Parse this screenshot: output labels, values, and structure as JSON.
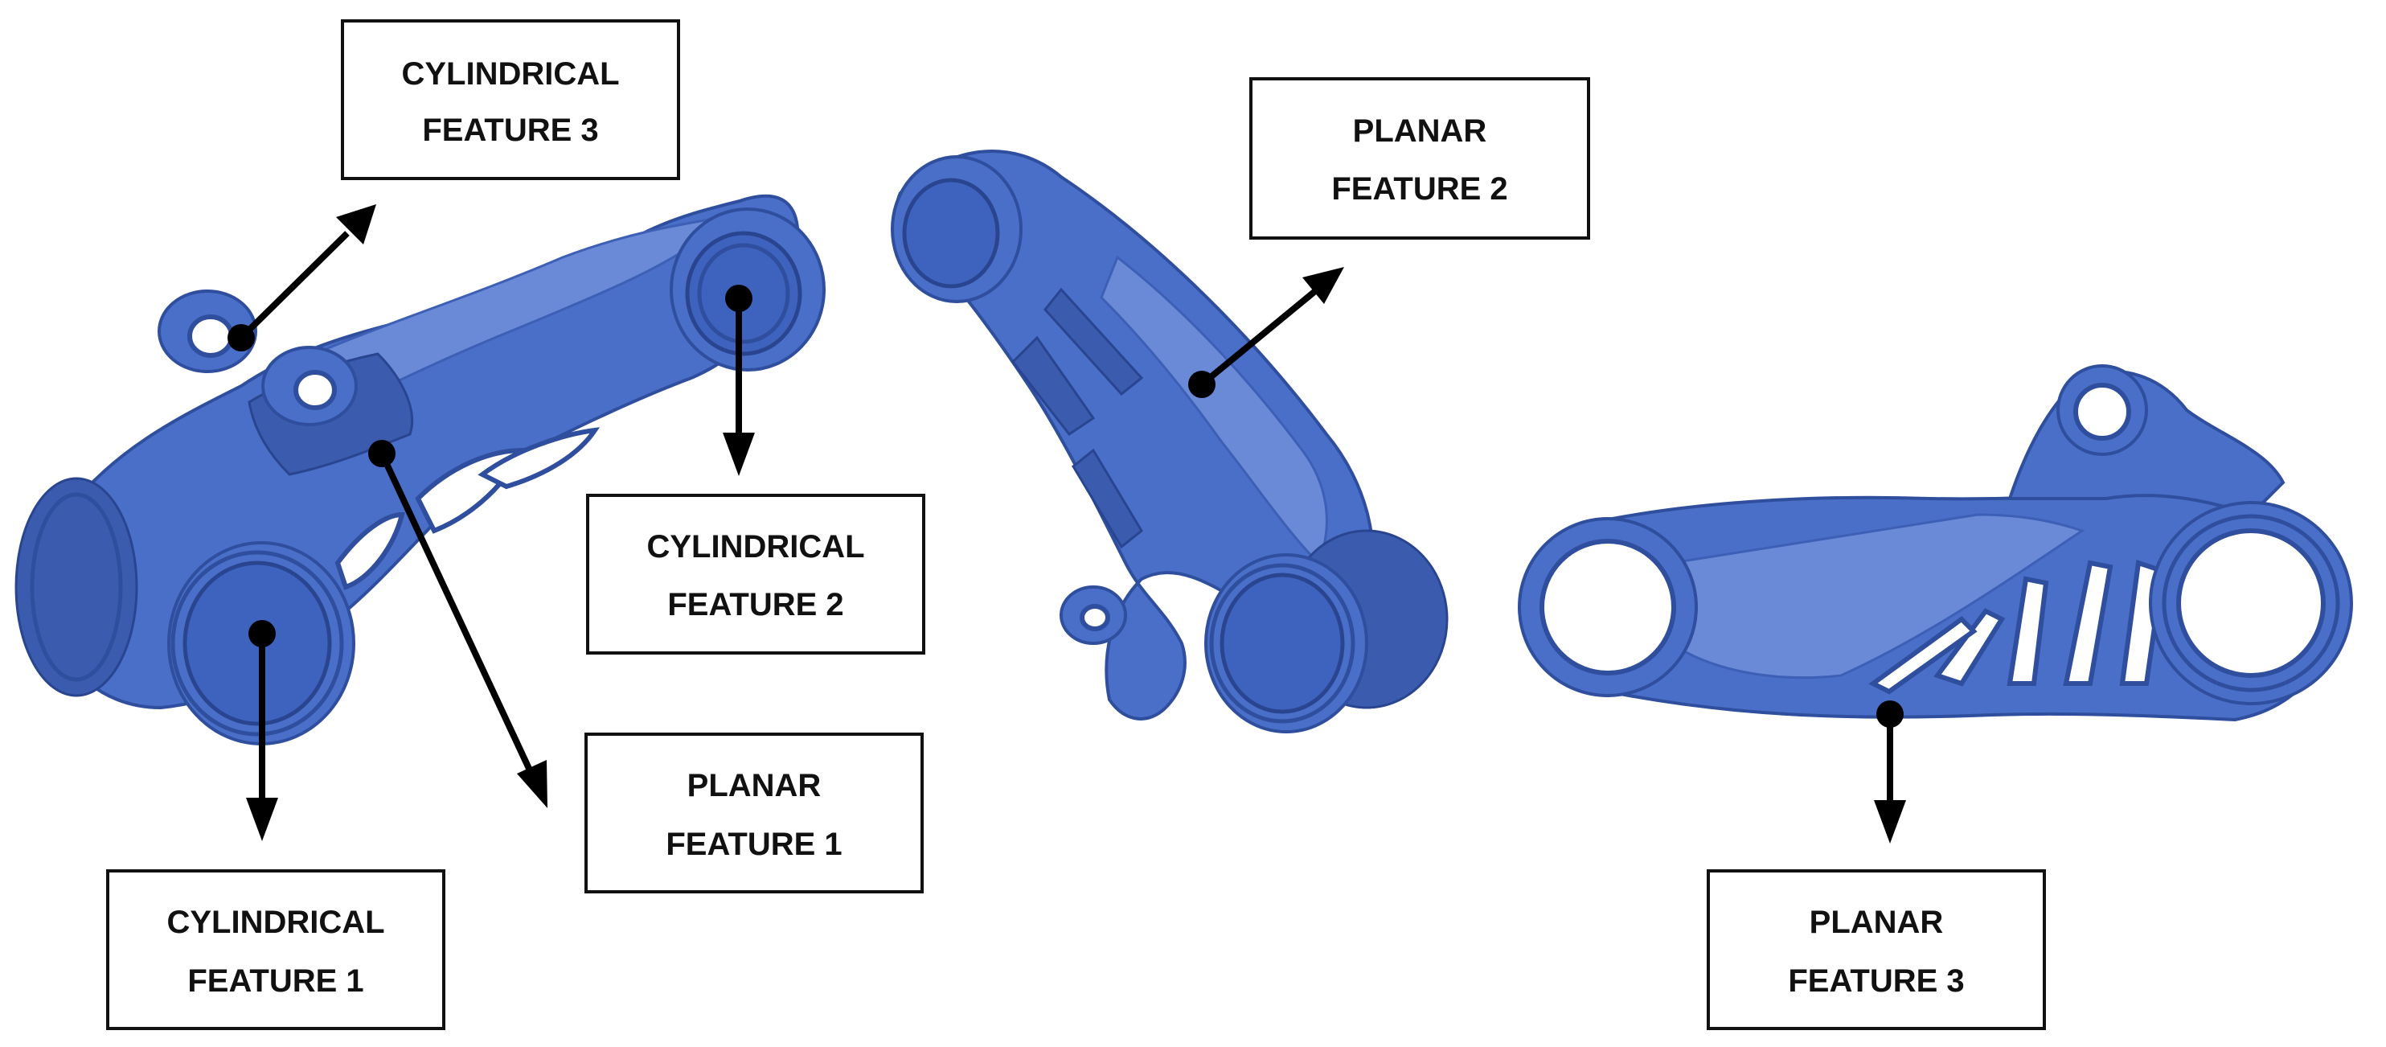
{
  "labels": {
    "cyl3": [
      "CYLINDRICAL",
      "FEATURE 3"
    ],
    "cyl2": [
      "CYLINDRICAL",
      "FEATURE 2"
    ],
    "cyl1": [
      "CYLINDRICAL",
      "FEATURE 1"
    ],
    "plan1": [
      "PLANAR",
      "FEATURE 1"
    ],
    "plan2": [
      "PLANAR",
      "FEATURE 2"
    ],
    "plan3": [
      "PLANAR",
      "FEATURE 3"
    ]
  },
  "colors": {
    "part": "#4A6FC8",
    "outline": "#2F4E9E",
    "arrow": "#000000"
  }
}
